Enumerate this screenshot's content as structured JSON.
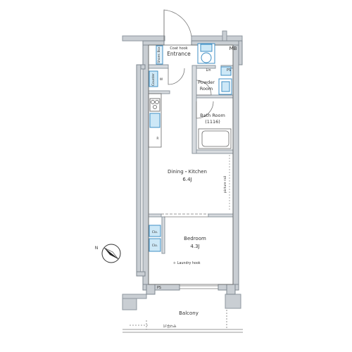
{
  "labels": {
    "coat_hook": "Coat hook",
    "entrance": "Entrance",
    "shoes_box": "Shoes Box",
    "mb": "MB",
    "lin": "Lin",
    "ps_top": "PS",
    "counter": "Counter",
    "w": "W",
    "powder_room_1": "Powder",
    "powder_room_2": "Room",
    "bath_room_1": "Bath Room",
    "bath_room_2": "(1116)",
    "r": "R",
    "dining_kitchen_1": "Dining・Kitchen",
    "dining_kitchen_2": "6.4J",
    "picture_rail": "picture rail",
    "clo_1": "Clo.",
    "clo_2": "Clo.",
    "bedroom_1": "Bedroom",
    "bedroom_2": "4.3J",
    "laundry_hook": "＋ Laundry hook",
    "ps_bottom": "PS",
    "balcony": "Balcony",
    "fin_line": "1F合わみ",
    "north": "N"
  },
  "colors": {
    "wall": "#9aa3ab",
    "wall_fill": "#c9ced3",
    "fixture": "#5aa9d6",
    "fixture_fill": "#9fd0ee",
    "line": "#555555",
    "text": "#333333"
  }
}
